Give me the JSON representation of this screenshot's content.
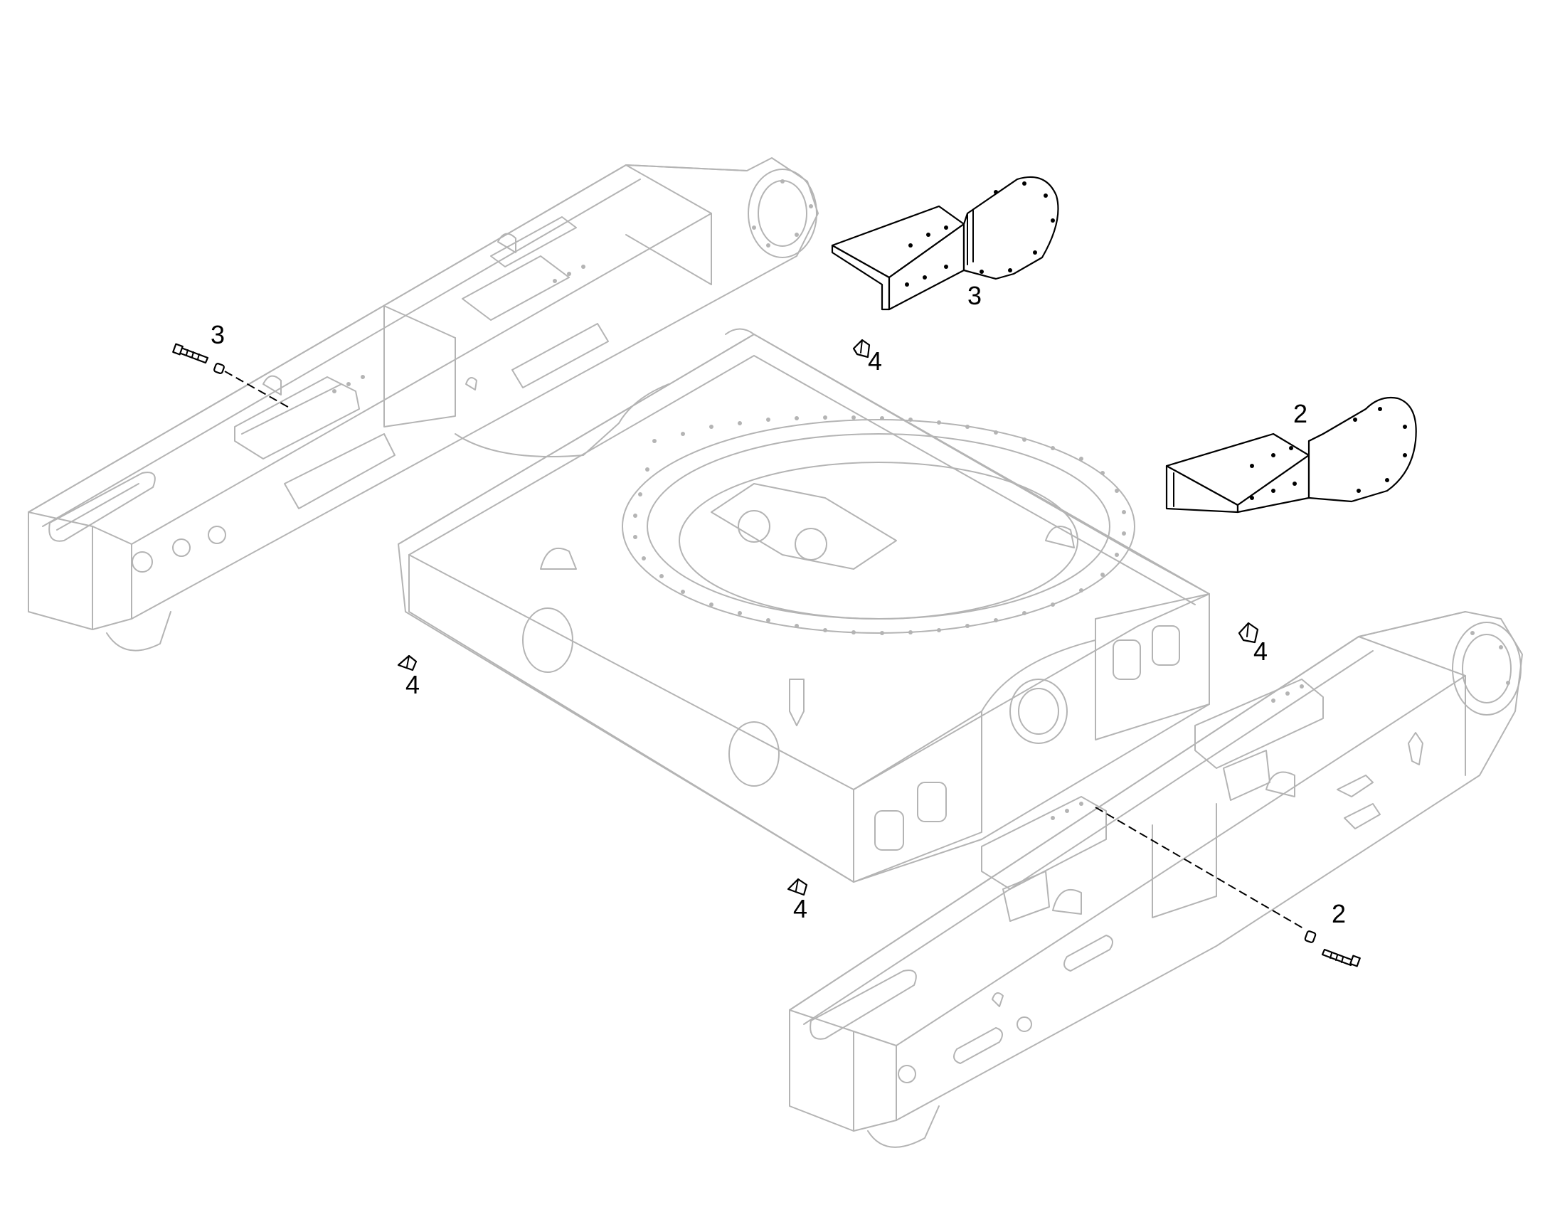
{
  "callouts": {
    "c3_shield": "3",
    "c3_bolt": "3",
    "c2_shield": "2",
    "c2_bolt": "2",
    "c4_top": "4",
    "c4_left": "4",
    "c4_right": "4",
    "c4_bottom": "4"
  },
  "colors": {
    "ghost_line": "#b4b4b4",
    "part_line": "#000000",
    "background": "#ffffff"
  }
}
